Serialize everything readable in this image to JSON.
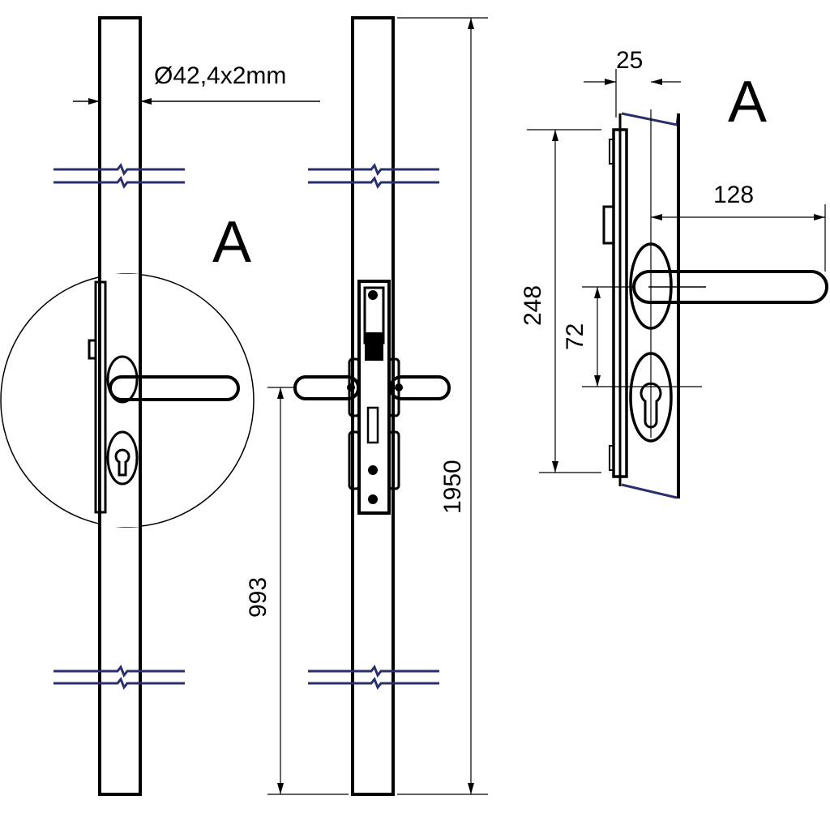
{
  "labels": {
    "diameter": "Ø42,4x2mm",
    "detail_mark_left": "A",
    "detail_mark_right": "A",
    "dim_width": "25",
    "dim_projection": "128",
    "dim_plate_height": "248",
    "dim_center_distance": "72",
    "dim_handle_height": "993",
    "dim_total_height": "1950"
  }
}
